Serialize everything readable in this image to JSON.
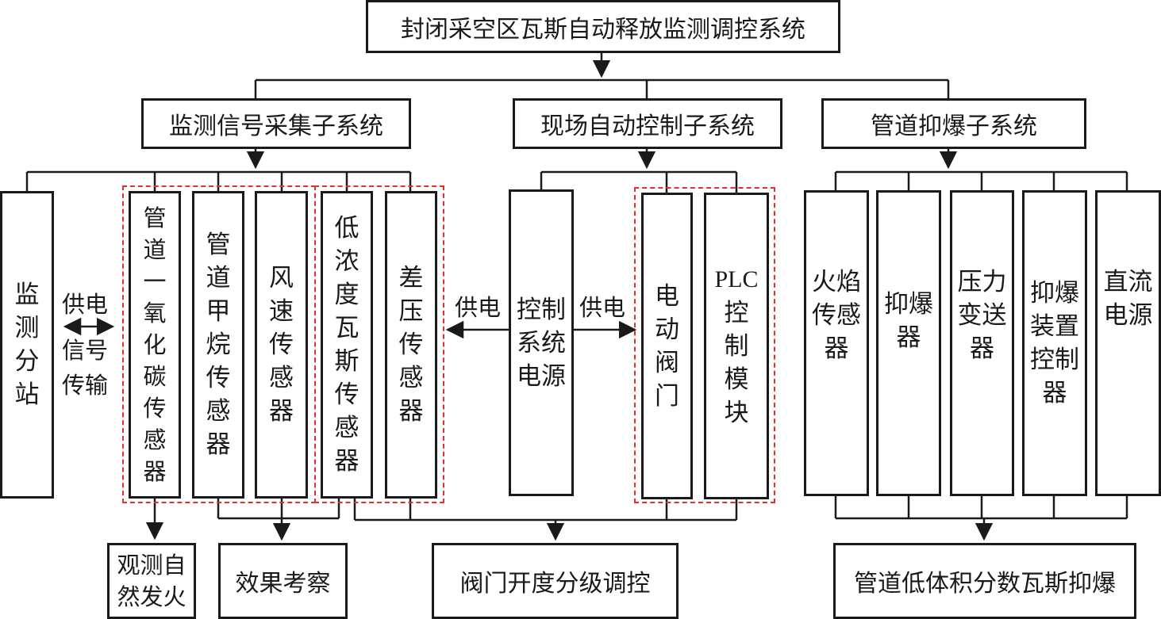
{
  "title": "封闭采空区瓦斯自动释放监测调控系统",
  "subsystems": {
    "monitor": "监测信号采集子系统",
    "control": "现场自动控制子系统",
    "explosion": "管道抑爆子系统"
  },
  "monitor_items": {
    "station": "监测分站",
    "co_sensor": "管道一氧化碳传感器",
    "ch4_sensor": "管道甲烷传感器",
    "wind_sensor": "风速传感器",
    "lowgas_sensor": "低浓度瓦斯传感器",
    "dp_sensor": "差压传感器"
  },
  "control_items": {
    "power": "控制系统电源",
    "valve": "电动阀门",
    "plc_head": "PLC",
    "plc_tail": "控制模块"
  },
  "explosion_items": {
    "flame": "火焰传感器",
    "suppressor": "抑爆器",
    "pressure": "压力变送器",
    "suppress_ctrl": "抑爆装置控制器",
    "dc_power": "直流电源"
  },
  "edge_labels": {
    "power_signal_top": "供电",
    "power_signal_mid": "信号",
    "power_signal_bottom": "传输",
    "supply_left": "供电",
    "supply_right": "供电"
  },
  "outputs": {
    "observe": "观测自然发火",
    "effect": "效果考察",
    "valve_grading": "阀门开度分级调控",
    "low_gas": "管道低体积分数瓦斯抑爆"
  },
  "colors": {
    "line": "#1a1a1a",
    "highlight_dash": "#e03030"
  }
}
